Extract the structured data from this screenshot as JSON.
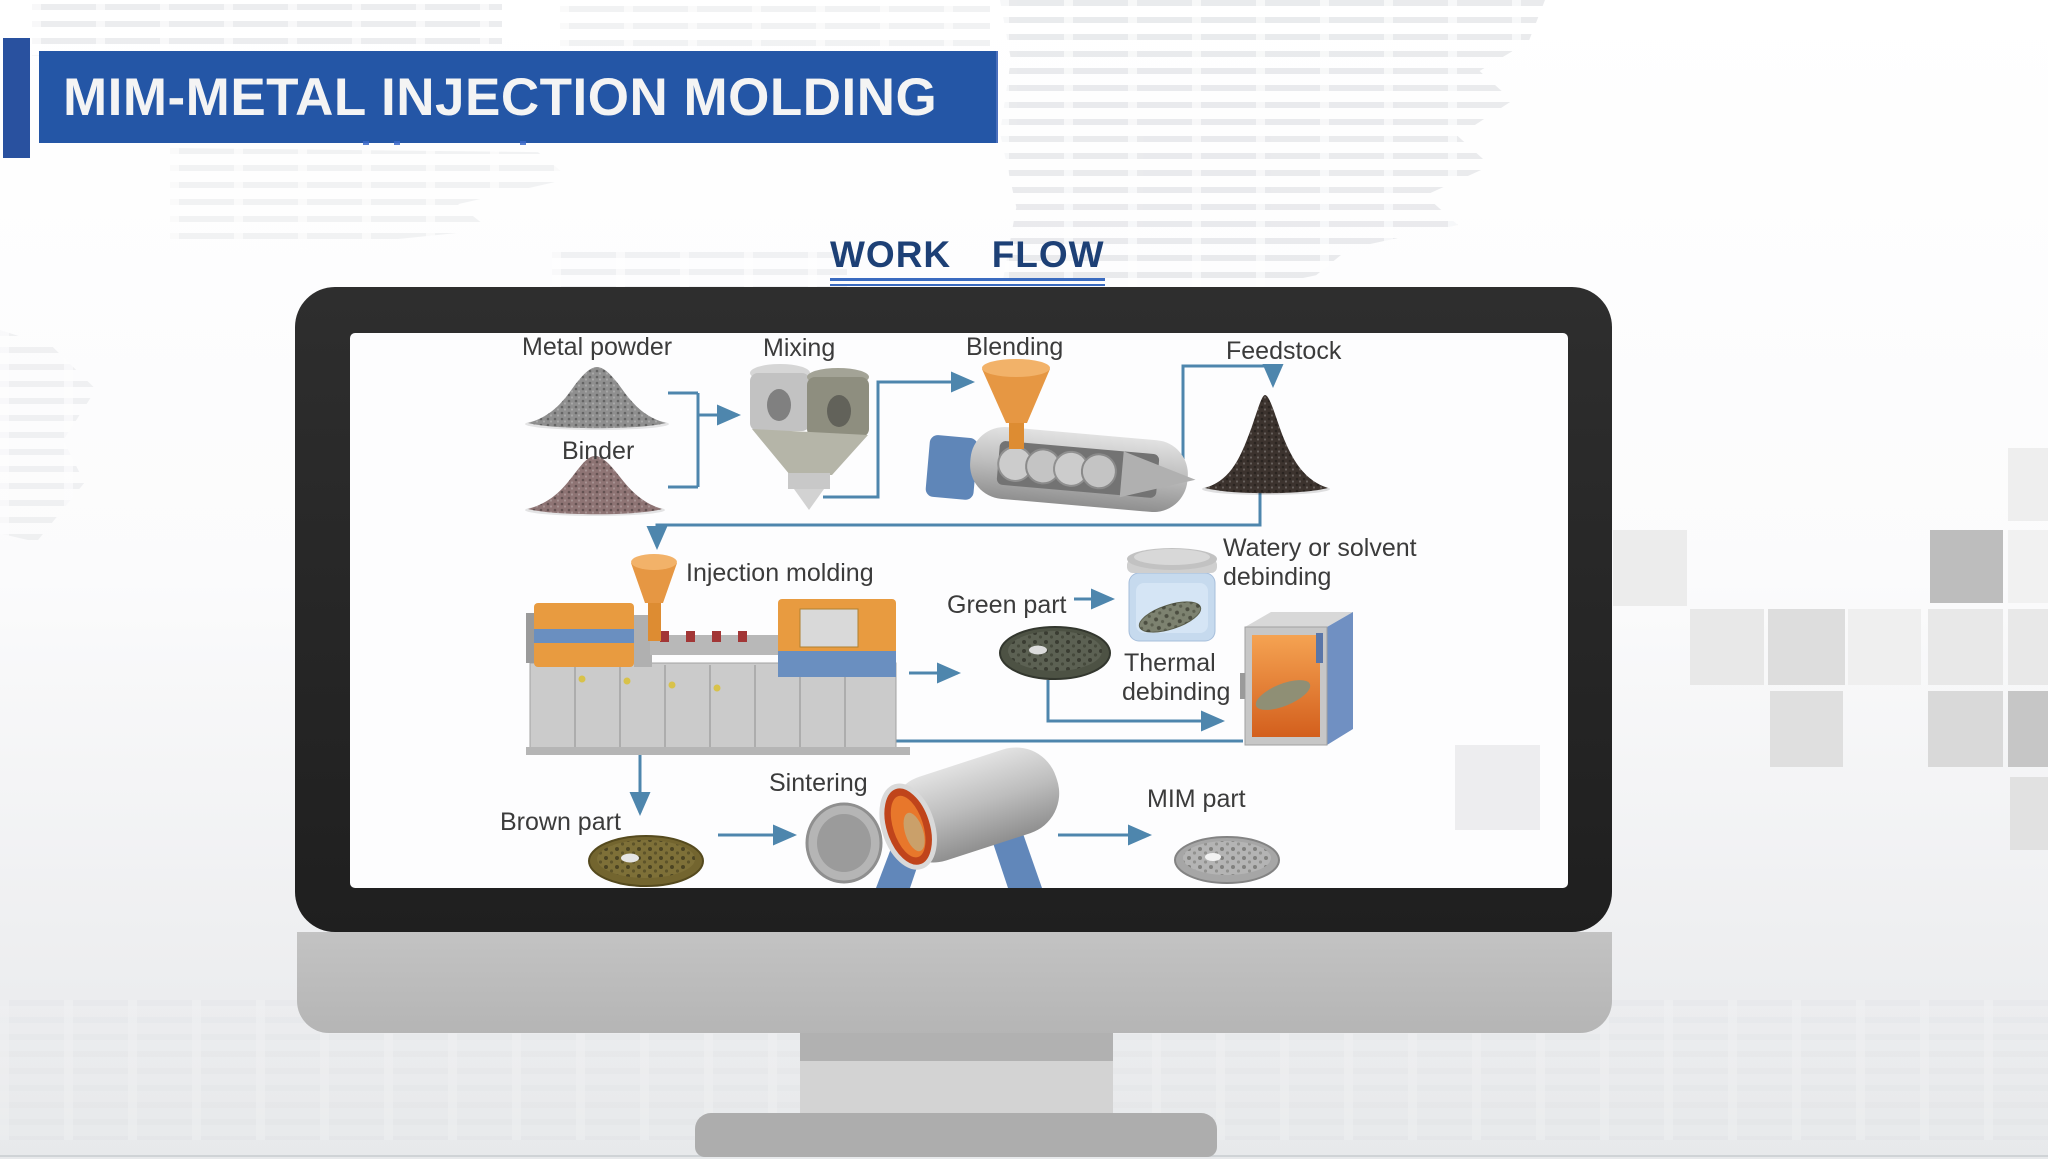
{
  "slide": {
    "title": "MIM-METAL INJECTION MOLDING",
    "subtitle": "WORK  FLOW"
  },
  "diagram": {
    "labels": {
      "metal_powder": "Metal powder",
      "binder": "Binder",
      "mixing": "Mixing",
      "blending": "Blending",
      "feedstock": "Feedstock",
      "injection_molding": "Injection molding",
      "green_part": "Green part",
      "watery_debinding_1": "Watery or solvent",
      "watery_debinding_2": "debinding",
      "thermal_debinding_1": "Thermal",
      "thermal_debinding_2": "debinding",
      "brown_part": "Brown part",
      "sintering": "Sintering",
      "mim_part": "MIM part"
    },
    "steps": [
      "Metal powder",
      "Binder",
      "Mixing",
      "Blending",
      "Feedstock",
      "Injection molding",
      "Green part",
      "Watery or solvent debinding",
      "Thermal debinding",
      "Brown part",
      "Sintering",
      "MIM part"
    ]
  },
  "colors": {
    "banner_blue": "#2456a6",
    "accent_bar_blue": "#29519f",
    "subtitle_blue": "#1d4076",
    "underline_blue": "#3a6bc0",
    "connector_blue": "#4e86ad",
    "machine_orange": "#e69743",
    "machine_blue": "#6a8fc0",
    "bezel_black": "#262626"
  }
}
